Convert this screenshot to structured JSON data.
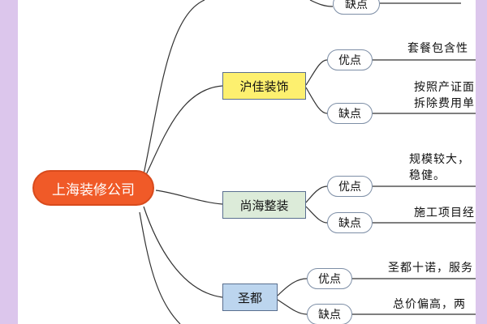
{
  "root": {
    "label": "上海装修公司"
  },
  "branches": [
    {
      "name": "top-cut",
      "label": "",
      "color": "#ffffff",
      "cons": {
        "label": "缺点",
        "text": []
      }
    },
    {
      "name": "hujia",
      "label": "沪佳装饰",
      "color": "#fdf06f",
      "pros": {
        "label": "优点",
        "text": [
          "套餐包含性"
        ]
      },
      "cons": {
        "label": "缺点",
        "text": [
          "按照产证面",
          "拆除费用单"
        ]
      }
    },
    {
      "name": "shanghai-zhengzhuang",
      "label": "尚海整装",
      "color": "#dcebd9",
      "pros": {
        "label": "优点",
        "text": [
          "规模较大，",
          "稳健。"
        ]
      },
      "cons": {
        "label": "缺点",
        "text": [
          "施工项目经"
        ]
      }
    },
    {
      "name": "shengdu",
      "label": "圣都",
      "color": "#bcd5ee",
      "pros": {
        "label": "优点",
        "text": [
          "圣都十诺，服务"
        ]
      },
      "cons": {
        "label": "缺点",
        "text": [
          "总价偏高，两"
        ]
      }
    }
  ]
}
